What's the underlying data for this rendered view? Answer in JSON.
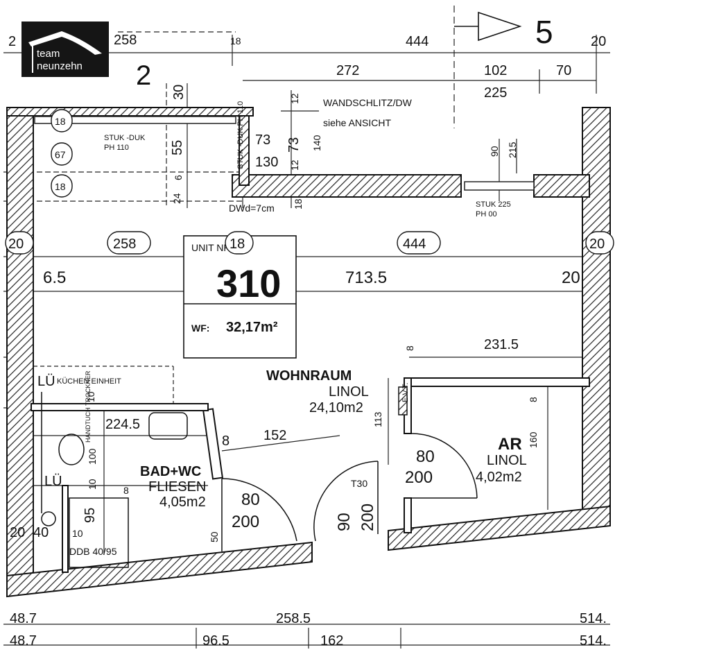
{
  "logo": {
    "line1": "team",
    "line2": "neunzehn"
  },
  "section_marker": "5",
  "unit": {
    "label": "UNIT NR",
    "number": "310",
    "area_label": "WF:",
    "area_value": "32,17m²"
  },
  "rooms": {
    "wohnraum": {
      "name": "WOHNRAUM",
      "floor": "LINOL",
      "area": "24,10m2"
    },
    "bad": {
      "name": "BAD+WC",
      "floor": "FLIESEN",
      "area": "4,05m2"
    },
    "ar": {
      "name": "AR",
      "floor": "LINOL",
      "area": "4,02m2"
    }
  },
  "notes": {
    "wandschlitz": "WANDSCHLITZ/DW",
    "ansicht": "siehe ANSICHT",
    "stuk_duk": "STUK -DUK",
    "ph110": "PH 110",
    "stuk_duk_v": "STUK -DUK PH 110",
    "stuk225": "STUK 225",
    "ph00": "PH 00",
    "dwd": "DWd=7cm",
    "kuechen": "KÜCHEN EINHEIT",
    "lu1": "LÜ",
    "lu2": "LÜ",
    "evt": "E.V.T.",
    "ddb": "DDB 40/95",
    "t30": "T30",
    "handtuch": "HANDTUCH TROCKNER"
  },
  "dimensions": {
    "top": [
      "258",
      "18",
      "444",
      "20",
      "2"
    ],
    "top2": [
      "272",
      "102",
      "70",
      "225"
    ],
    "bubbles": [
      "20",
      "258",
      "18",
      "444",
      "20",
      "18",
      "67",
      "18"
    ],
    "mid": [
      "6.5",
      "713.5",
      "20"
    ],
    "small": [
      "30",
      "55",
      "6",
      "24",
      "73",
      "130",
      "12",
      "73",
      "12",
      "140",
      "90",
      "215",
      "18",
      "18",
      "8",
      "231.5",
      "113",
      "8",
      "160",
      "152",
      "8",
      "10",
      "224.5",
      "100",
      "10",
      "8",
      "95",
      "10",
      "40",
      "20",
      "50"
    ],
    "doors": [
      {
        "w": "80",
        "h": "200"
      },
      {
        "w": "90",
        "h": "200"
      },
      {
        "w": "80",
        "h": "200"
      }
    ],
    "bottom": [
      "48.7",
      "258.5",
      "514."
    ],
    "bottom2": [
      "48.7",
      "96.5",
      "162",
      "514."
    ],
    "stair": "2"
  }
}
